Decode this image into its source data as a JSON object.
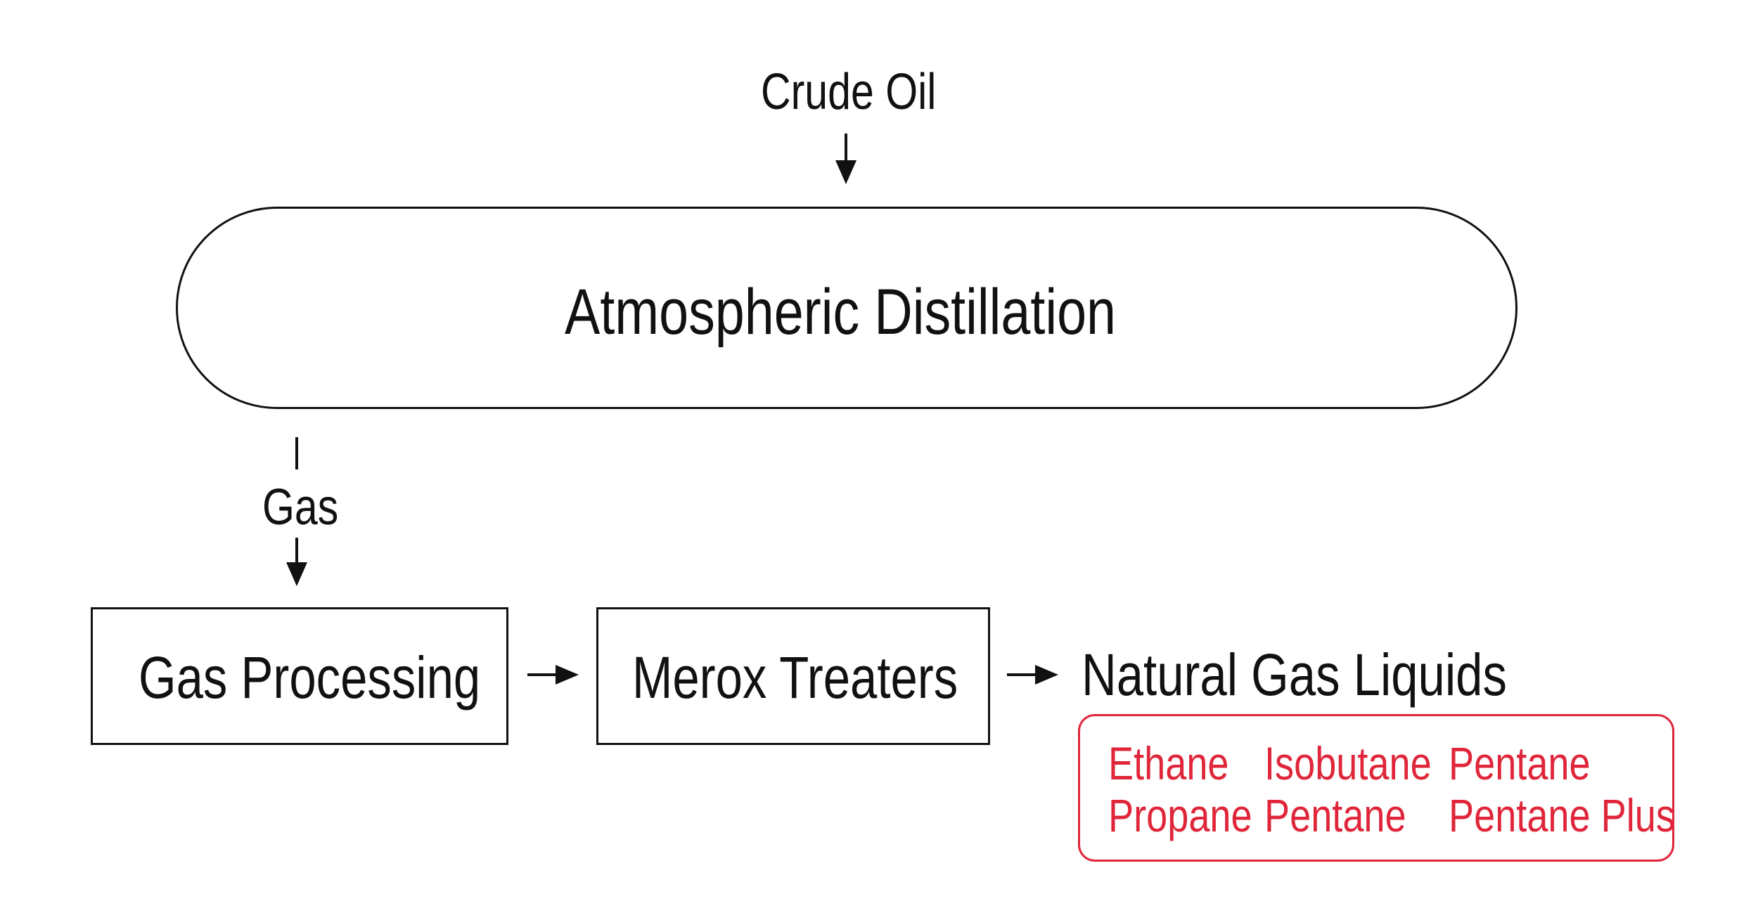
{
  "colors": {
    "line": "#111111",
    "accent_red": "#e0263a",
    "background": "#ffffff"
  },
  "diagram": {
    "input_label": "Crude Oil",
    "distillation_label": "Atmospheric Distillation",
    "gas_stream_label": "Gas",
    "gas_processing_label": "Gas Processing",
    "merox_label": "Merox Treaters",
    "output_label": "Natural Gas Liquids",
    "products": [
      "Ethane",
      "Isobutane",
      "Pentane",
      "Propane",
      "Pentane",
      "Pentane Plus"
    ]
  }
}
